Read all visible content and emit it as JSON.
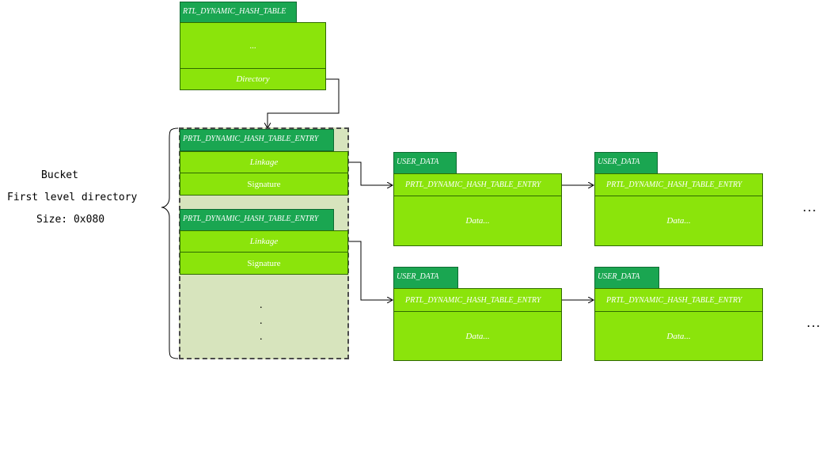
{
  "hash_table": {
    "tab": "RTL_DYNAMIC_HASH_TABLE",
    "ellipsis": "...",
    "directory": "Directory"
  },
  "bucket_label": {
    "line1": "Bucket",
    "line2": "First level directory",
    "line3": "Size: 0x080"
  },
  "bucket_entries": [
    {
      "tab": "PRTL_DYNAMIC_HASH_TABLE_ENTRY",
      "linkage": "Linkage",
      "signature": "Signature"
    },
    {
      "tab": "PRTL_DYNAMIC_HASH_TABLE_ENTRY",
      "linkage": "Linkage",
      "signature": "Signature"
    }
  ],
  "bucket_continuation": [
    ".",
    ".",
    "."
  ],
  "user_data_rows": [
    [
      {
        "tab": "USER_DATA",
        "header": "PRTL_DYNAMIC_HASH_TABLE_ENTRY",
        "body": "Data..."
      },
      {
        "tab": "USER_DATA",
        "header": "PRTL_DYNAMIC_HASH_TABLE_ENTRY",
        "body": "Data..."
      }
    ],
    [
      {
        "tab": "USER_DATA",
        "header": "PRTL_DYNAMIC_HASH_TABLE_ENTRY",
        "body": "Data..."
      },
      {
        "tab": "USER_DATA",
        "header": "PRTL_DYNAMIC_HASH_TABLE_ENTRY",
        "body": "Data..."
      }
    ]
  ],
  "row_continuation": [
    "...",
    "..."
  ],
  "colors": {
    "tab_green": "#1aa651",
    "cell_green": "#8be40b",
    "bucket_bg": "#d7e4bd"
  }
}
